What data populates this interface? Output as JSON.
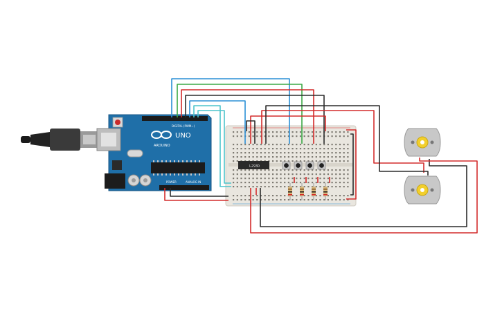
{
  "board": {
    "brand": "ARDUINO",
    "model": "UNO",
    "digital_label": "DIGITAL (PWM~)",
    "power_label": "POWER",
    "analog_label": "ANALOG IN"
  },
  "chip": {
    "label": "L293D"
  },
  "colors": {
    "board_blue": "#1f6fa8",
    "wire_red": "#d32b2b",
    "wire_black": "#2b2b2b",
    "wire_blue": "#2a8fd6",
    "wire_green": "#3aa845",
    "wire_cyan": "#4cc4cc",
    "breadboard": "#e9e6df",
    "motor_body": "#c8c8c8",
    "motor_hub": "#f2cf2c"
  },
  "icons": {
    "usb": "usb-cable-icon",
    "motor": "dc-motor-icon",
    "button": "pushbutton-icon",
    "resistor": "resistor-icon"
  }
}
